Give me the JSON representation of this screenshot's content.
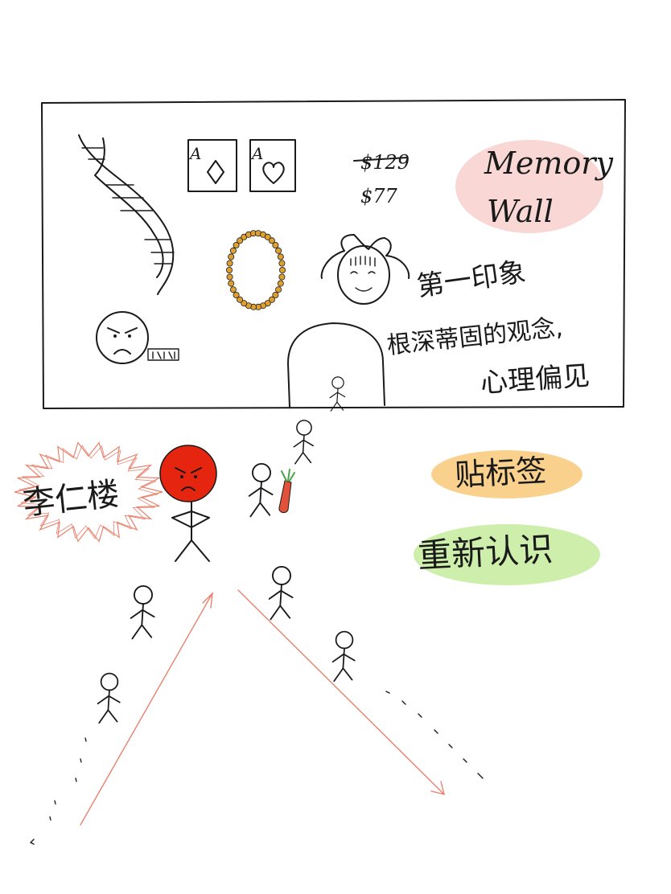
{
  "memory_wall": {
    "title_line1": "Memory",
    "title_line2": "Wall",
    "price_old": "$129",
    "price_new": "$77",
    "card_diamond_rank": "A",
    "card_heart_rank": "A",
    "first_impression": "第一印象",
    "stereotype_line1": "根深蒂固的观念,",
    "stereotype_line2": "心理偏见"
  },
  "labels": {
    "angry_name": "李仁楼",
    "put_label": "贴标签",
    "relearn": "重新认识"
  },
  "colors": {
    "ink": "#1a1a1a",
    "memory_blob": "#f6c9c6",
    "label_blob": "#f8c979",
    "relearn_blob": "#c6ec9c",
    "angry_head": "#e5250f",
    "spiky_aura": "#e8826e",
    "necklace": "#e0a030",
    "arrow": "#e8826e",
    "carrot": "#e2513a",
    "carrot_leaf": "#4aa24a"
  },
  "icons": [
    "dna-helix-icon",
    "card-diamond-icon",
    "card-heart-icon",
    "necklace-icon",
    "smiling-girl-face-icon",
    "angry-face-icon",
    "nameplate-icon",
    "arched-doorway-icon",
    "stick-figure-icon",
    "carrot-icon",
    "angry-red-person-icon",
    "spiky-aura-icon",
    "arrow-icon"
  ]
}
